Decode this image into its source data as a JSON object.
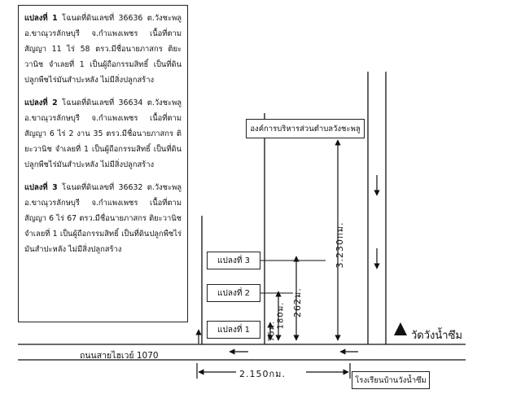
{
  "plots": [
    {
      "heading": "แปลงที่ 1",
      "text": " โฉนดที่ดินเลขที่ 36636 ต.วังชะพลู อ.ขาณุวรลักษบุรี จ.กำแพงเพชร เนื้อที่ตามสัญญา 11 ไร่ 58 ตรว.มีชื่อนายภาสกร ติยะวานิช จำเลยที่ 1 เป็นผู้ถือกรรมสิทธิ์ เป็นที่ดินปลูกพืชไร่มันสำปะหลัง ไม่มีสิ่งปลูกสร้าง"
    },
    {
      "heading": "แปลงที่ 2",
      "text": " โฉนดที่ดินเลขที่ 36634 ต.วังชะพลู อ.ขาณุวรลักษบุรี จ.กำแพงเพชร เนื้อที่ตามสัญญา 6 ไร่ 2 งาน 35 ตรว.มีชื่อนายภาสกร ติยะวานิช จำเลยที่ 1 เป็นผู้ถือกรรมสิทธิ์ เป็นที่ดินปลูกพืชไร่มันสำปะหลัง ไม่มีสิ่งปลูกสร้าง"
    },
    {
      "heading": "แปลงที่ 3",
      "text": " โฉนดที่ดินเลขที่ 36632 ต.วังชะพลู อ.ขาณุวรลักษบุรี จ.กำแพงเพชร เนื้อที่ตามสัญญา 6 ไร่ 67 ตรว.มีชื่อนายภาสกร ติยะวานิช จำเลยที่ 1 เป็นผู้ถือกรรมสิทธิ์ เป็นที่ดินปลูกพืชไร่มันสำปะหลัง ไม่มีสิ่งปลูกสร้าง"
    }
  ],
  "map": {
    "plot_labels": [
      "แปลงที่ 3",
      "แปลงที่ 2",
      "แปลงที่ 1"
    ],
    "office": "องค์การบริหารส่วนตำบลวังชะพลู",
    "temple": "วัดวังน้ำซึม",
    "school": "โรงเรียนบ้านวังน้ำซึม",
    "highway": "ถนนสายไฮเวย์ 1070",
    "dist_horizontal": "2.150กม.",
    "dist_vertical": "3.230กม.",
    "dim_262": "262ม.",
    "dim_180": "180ม.",
    "dim_75": "75ม."
  }
}
